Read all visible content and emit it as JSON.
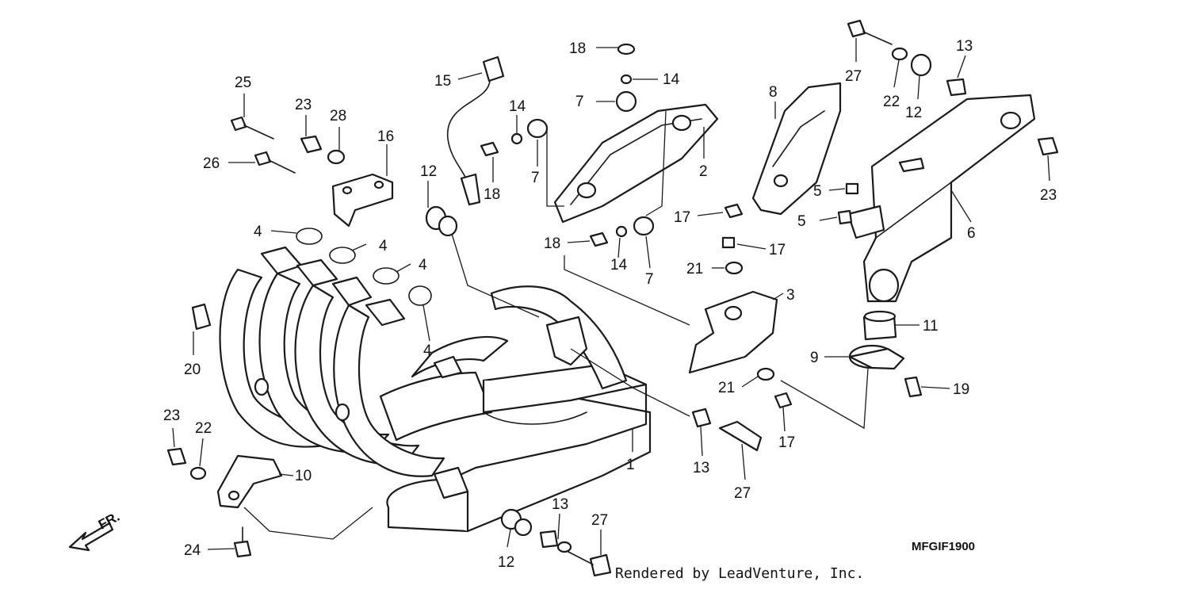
{
  "diagram": {
    "drawing_code": "MFGIF1900",
    "credit": "Rendered by LeadVenture, Inc.",
    "direction_label": "FR.",
    "callouts": [
      "1",
      "2",
      "3",
      "4",
      "5",
      "6",
      "7",
      "8",
      "9",
      "10",
      "11",
      "12",
      "13",
      "14",
      "15",
      "16",
      "17",
      "18",
      "19",
      "20",
      "21",
      "22",
      "23",
      "24",
      "25",
      "26",
      "27",
      "28"
    ]
  }
}
